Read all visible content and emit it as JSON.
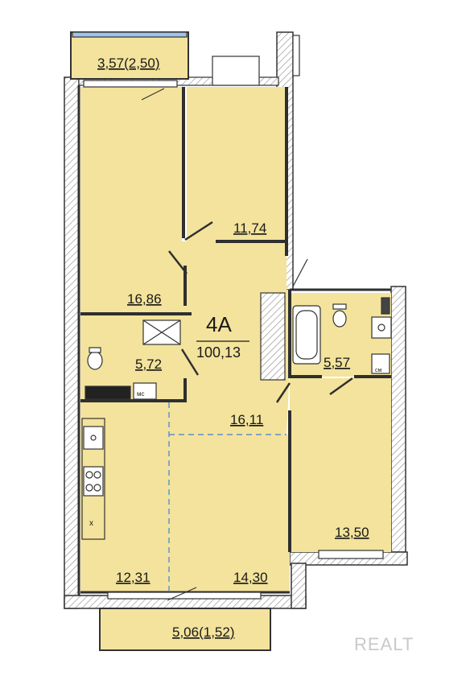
{
  "plan": {
    "apartment_type": "4A",
    "total_area": "100,13",
    "colors": {
      "floor": "#f3e39c",
      "wall": "#3a3a3a",
      "hatch": "#9a9a9a",
      "dashed": "#5b8fc9"
    },
    "rooms": [
      {
        "id": "loggia-top",
        "area": "3,57(2,50)"
      },
      {
        "id": "bedroom-left",
        "area": "16,86"
      },
      {
        "id": "bedroom-top-right",
        "area": "11,74"
      },
      {
        "id": "bathroom-left",
        "area": "5,72"
      },
      {
        "id": "hall",
        "area": "16,11"
      },
      {
        "id": "bathroom-right",
        "area": "5,57"
      },
      {
        "id": "bedroom-right",
        "area": "13,50"
      },
      {
        "id": "kitchen",
        "area": "12,31"
      },
      {
        "id": "living",
        "area": "14,30"
      },
      {
        "id": "loggia-bottom",
        "area": "5,06(1,52)"
      }
    ],
    "fixtures": {
      "washing_machine_tag": "мс",
      "dryer_tag": "см",
      "cooker_mark": "x"
    },
    "watermark": "REALT"
  }
}
